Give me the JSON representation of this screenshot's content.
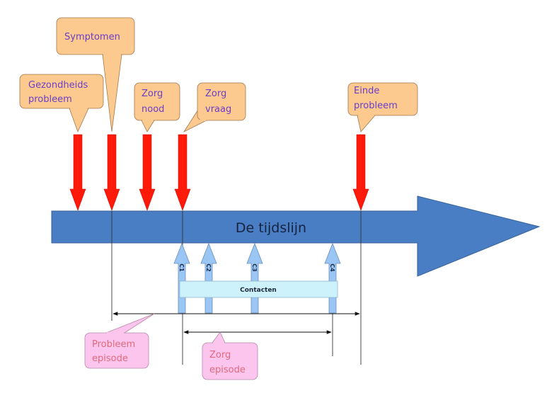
{
  "title": "De tijdslijn",
  "colors": {
    "timeline": "#4a7ec4",
    "timeline_stroke": "#3a6299",
    "event_arrow": "#ff1a0a",
    "callout_fill": "#fcc98e",
    "callout_stroke": "#a07850",
    "callout_text": "#6a3fc9",
    "contact_arrow": "#99c6f5",
    "contact_arrow_stroke": "#6b8fb5",
    "contact_box": "#cdf2fb",
    "episode_fill": "#fbc5ee",
    "episode_text": "#e06a7c"
  },
  "events": [
    {
      "id": "gezondheidsprobleem",
      "lines": [
        "Gezondheids",
        "probleem"
      ]
    },
    {
      "id": "symptomen",
      "lines": [
        "Symptomen"
      ]
    },
    {
      "id": "zorgnood",
      "lines": [
        "Zorg",
        "nood"
      ]
    },
    {
      "id": "zorgvraag",
      "lines": [
        "Zorg",
        "vraag"
      ]
    },
    {
      "id": "einde-probleem",
      "lines": [
        "Einde",
        "probleem"
      ]
    }
  ],
  "contacts": {
    "label": "Contacten",
    "items": [
      "C1",
      "C2",
      "C3",
      "C4"
    ]
  },
  "episodes": [
    {
      "id": "probleem-episode",
      "lines": [
        "Probleem",
        "episode"
      ]
    },
    {
      "id": "zorg-episode",
      "lines": [
        "Zorg",
        "episode"
      ]
    }
  ]
}
